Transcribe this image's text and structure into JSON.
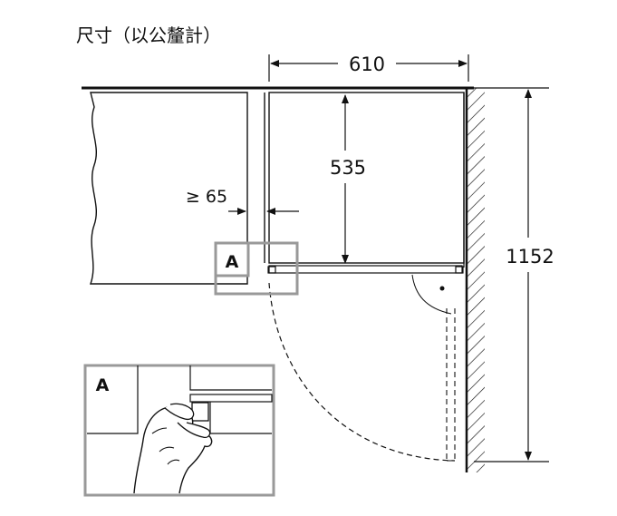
{
  "title": "尺寸（以公釐計）",
  "dimensions": {
    "width": "610",
    "depth": "535",
    "height": "1152",
    "clearance": "≥ 65"
  },
  "callout": {
    "label": "A",
    "detail_label": "A"
  }
}
